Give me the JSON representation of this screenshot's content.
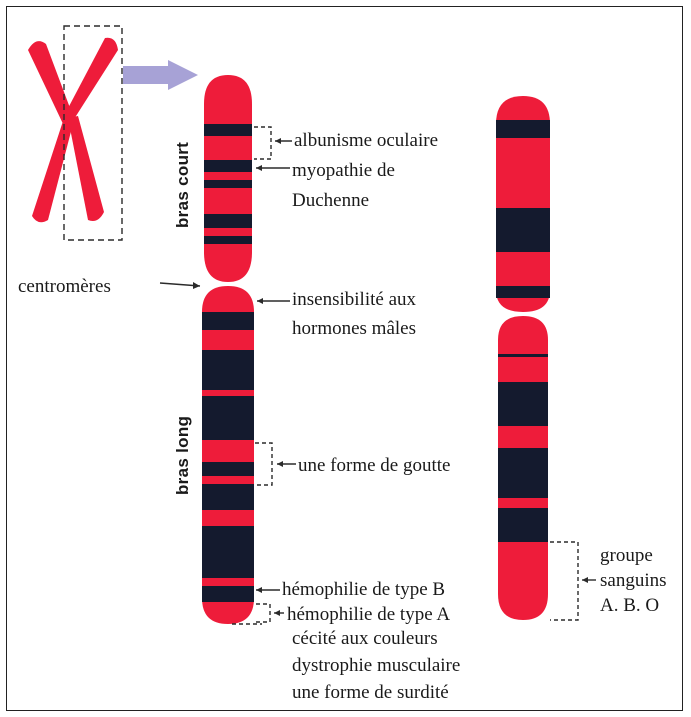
{
  "colors": {
    "red": "#ee1c3a",
    "dark": "#141a2e",
    "arrow": "#a7a2d6",
    "line": "#2b2b2b"
  },
  "labels": {
    "albinism": "albunisme oculaire",
    "myopathy_1": "myopathie  de",
    "myopathy_2": "Duchenne",
    "centromeres": "centromères",
    "insensitivity_1": "insensibilité aux",
    "insensitivity_2": "hormones mâles",
    "gout": "une forme de goutte",
    "hemophilia_b": "hémophilie de type B",
    "hemophilia_a": "hémophilie de type A",
    "color_blindness": "cécité aux couleurs",
    "dystrophy": "dystrophie musculaire",
    "deafness": "une forme de surdité",
    "blood_1": "groupe",
    "blood_2": "sanguins",
    "blood_3": "A. B. O"
  },
  "arm_labels": {
    "short": "bras court",
    "long": "bras long"
  }
}
